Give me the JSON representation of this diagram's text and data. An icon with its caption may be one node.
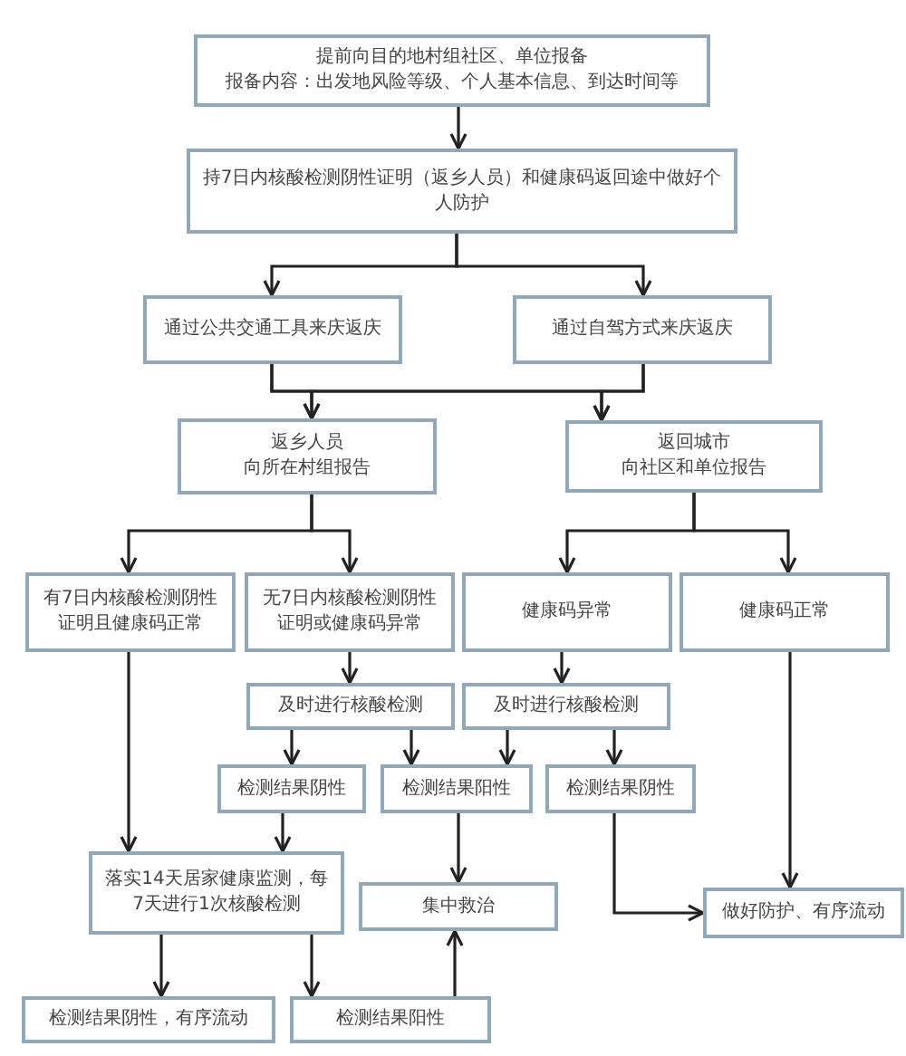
{
  "diagram": {
    "nodes": [
      {
        "text": [
          "提前向目的地村组社区、单位报备",
          "报备内容：出发地风险等级、个人基本信息、到达时间等"
        ]
      },
      {
        "text": [
          "持7日内核酸检测阴性证明（返乡人员）和健康码返回途中做好个人防护"
        ]
      },
      {
        "text": [
          "通过公共交通工具来庆返庆"
        ]
      },
      {
        "text": [
          "通过自驾方式来庆返庆"
        ]
      },
      {
        "text": [
          "返乡人员",
          "向所在村组报告"
        ]
      },
      {
        "text": [
          "返回城市",
          "向社区和单位报告"
        ]
      },
      {
        "text": [
          "有7日内核酸检测阴性证明且健康码正常"
        ]
      },
      {
        "text": [
          "无7日内核酸检测阴性证明或健康码异常"
        ]
      },
      {
        "text": [
          "健康码异常"
        ]
      },
      {
        "text": [
          "健康码正常"
        ]
      },
      {
        "text": [
          "及时进行核酸检测"
        ]
      },
      {
        "text": [
          "及时进行核酸检测"
        ]
      },
      {
        "text": [
          "检测结果阴性"
        ]
      },
      {
        "text": [
          "检测结果阳性"
        ]
      },
      {
        "text": [
          "检测结果阴性"
        ]
      },
      {
        "text": [
          "落实14天居家健康监测，每7天进行1次核酸检测"
        ]
      },
      {
        "text": [
          "集中救治"
        ]
      },
      {
        "text": [
          "做好防护、有序流动"
        ]
      },
      {
        "text": [
          "检测结果阴性，有序流动"
        ]
      },
      {
        "text": [
          "检测结果阳性"
        ]
      }
    ],
    "edges": [
      {
        "from": 0,
        "to": 1,
        "arrow": "to"
      },
      {
        "from": 1,
        "to": 2,
        "arrow": "to"
      },
      {
        "from": 1,
        "to": 3,
        "arrow": "to"
      },
      {
        "from": 2,
        "to": 4,
        "arrow": "to"
      },
      {
        "from": 2,
        "to": 5,
        "arrow": "to"
      },
      {
        "from": 3,
        "to": 4,
        "arrow": "to"
      },
      {
        "from": 3,
        "to": 5,
        "arrow": "to"
      },
      {
        "from": 4,
        "to": 6,
        "arrow": "to"
      },
      {
        "from": 4,
        "to": 7,
        "arrow": "to"
      },
      {
        "from": 5,
        "to": 8,
        "arrow": "to"
      },
      {
        "from": 5,
        "to": 9,
        "arrow": "to"
      },
      {
        "from": 6,
        "to": 15,
        "arrow": "to"
      },
      {
        "from": 7,
        "to": 10,
        "arrow": "to"
      },
      {
        "from": 8,
        "to": 11,
        "arrow": "to"
      },
      {
        "from": 9,
        "to": 17,
        "arrow": "to"
      },
      {
        "from": 10,
        "to": 12,
        "arrow": "to"
      },
      {
        "from": 10,
        "to": 13,
        "arrow": "to"
      },
      {
        "from": 11,
        "to": 13,
        "arrow": "to"
      },
      {
        "from": 11,
        "to": 14,
        "arrow": "to"
      },
      {
        "from": 12,
        "to": 15,
        "arrow": "to"
      },
      {
        "from": 13,
        "to": 16,
        "arrow": "to"
      },
      {
        "from": 14,
        "to": 17,
        "arrow": "to"
      },
      {
        "from": 15,
        "to": 18,
        "arrow": "to"
      },
      {
        "from": 15,
        "to": 19,
        "arrow": "to"
      },
      {
        "from": 19,
        "to": 16,
        "arrow": "to"
      }
    ]
  }
}
